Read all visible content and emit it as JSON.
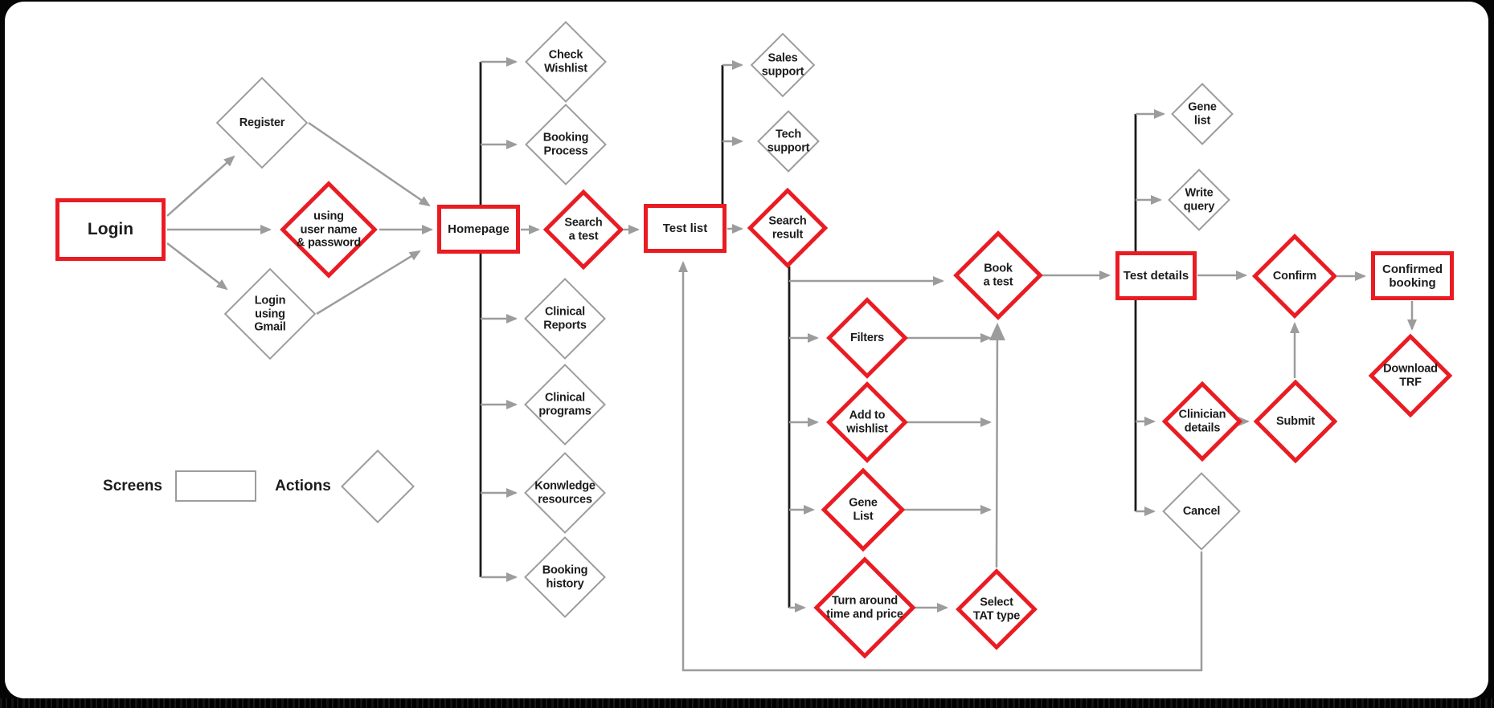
{
  "colors": {
    "primary_red": "#e91c23",
    "secondary_gray": "#9c9c9c",
    "trunk_black": "#1b1b1b",
    "text": "#1c1c1c",
    "canvas": "#ffffff",
    "background": "#050505"
  },
  "legend": {
    "screens_label": "Screens",
    "actions_label": "Actions"
  },
  "nodes": [
    {
      "id": "login",
      "label": "Login",
      "shape": "rect",
      "emphasis": "primary"
    },
    {
      "id": "register",
      "label": "Register",
      "shape": "diamond",
      "emphasis": "secondary"
    },
    {
      "id": "username_password",
      "label": "using\nuser name\n& password",
      "shape": "diamond",
      "emphasis": "primary"
    },
    {
      "id": "login_gmail",
      "label": "Login\nusing\nGmail",
      "shape": "diamond",
      "emphasis": "secondary"
    },
    {
      "id": "homepage",
      "label": "Homepage",
      "shape": "rect",
      "emphasis": "primary"
    },
    {
      "id": "check_wishlist",
      "label": "Check\nWishlist",
      "shape": "diamond",
      "emphasis": "secondary"
    },
    {
      "id": "booking_process",
      "label": "Booking\nProcess",
      "shape": "diamond",
      "emphasis": "secondary"
    },
    {
      "id": "search_a_test",
      "label": "Search\na test",
      "shape": "diamond",
      "emphasis": "primary"
    },
    {
      "id": "clinical_reports",
      "label": "Clinical\nReports",
      "shape": "diamond",
      "emphasis": "secondary"
    },
    {
      "id": "clinical_programs",
      "label": "Clinical\nprograms",
      "shape": "diamond",
      "emphasis": "secondary"
    },
    {
      "id": "knowledge_resources",
      "label": "Konwledge\nresources",
      "shape": "diamond",
      "emphasis": "secondary"
    },
    {
      "id": "booking_history",
      "label": "Booking\nhistory",
      "shape": "diamond",
      "emphasis": "secondary"
    },
    {
      "id": "test_list",
      "label": "Test list",
      "shape": "rect",
      "emphasis": "primary"
    },
    {
      "id": "sales_support",
      "label": "Sales\nsupport",
      "shape": "diamond",
      "emphasis": "secondary"
    },
    {
      "id": "tech_support",
      "label": "Tech\nsupport",
      "shape": "diamond",
      "emphasis": "secondary"
    },
    {
      "id": "search_result",
      "label": "Search\nresult",
      "shape": "diamond",
      "emphasis": "primary"
    },
    {
      "id": "book_a_test",
      "label": "Book\na test",
      "shape": "diamond",
      "emphasis": "primary"
    },
    {
      "id": "filters",
      "label": "Filters",
      "shape": "diamond",
      "emphasis": "primary"
    },
    {
      "id": "add_to_wishlist",
      "label": "Add to\nwishlist",
      "shape": "diamond",
      "emphasis": "primary"
    },
    {
      "id": "gene_list_action",
      "label": "Gene\nList",
      "shape": "diamond",
      "emphasis": "primary"
    },
    {
      "id": "turnaround",
      "label": "Turn around\ntime and price",
      "shape": "diamond",
      "emphasis": "primary"
    },
    {
      "id": "select_tat",
      "label": "Select\nTAT type",
      "shape": "diamond",
      "emphasis": "primary"
    },
    {
      "id": "test_details",
      "label": "Test details",
      "shape": "rect",
      "emphasis": "primary"
    },
    {
      "id": "gene_list",
      "label": "Gene\nlist",
      "shape": "diamond",
      "emphasis": "secondary"
    },
    {
      "id": "write_query",
      "label": "Write\nquery",
      "shape": "diamond",
      "emphasis": "secondary"
    },
    {
      "id": "confirm",
      "label": "Confirm",
      "shape": "diamond",
      "emphasis": "primary"
    },
    {
      "id": "confirmed_booking",
      "label": "Confirmed\nbooking",
      "shape": "rect",
      "emphasis": "primary"
    },
    {
      "id": "download_trf",
      "label": "Download\nTRF",
      "shape": "diamond",
      "emphasis": "primary"
    },
    {
      "id": "clinician_details",
      "label": "Clinician\ndetails",
      "shape": "diamond",
      "emphasis": "primary"
    },
    {
      "id": "submit",
      "label": "Submit",
      "shape": "diamond",
      "emphasis": "primary"
    },
    {
      "id": "cancel",
      "label": "Cancel",
      "shape": "diamond",
      "emphasis": "secondary"
    }
  ],
  "edges": [
    {
      "from": "login",
      "to": "register"
    },
    {
      "from": "login",
      "to": "username_password"
    },
    {
      "from": "login",
      "to": "login_gmail"
    },
    {
      "from": "register",
      "to": "homepage"
    },
    {
      "from": "username_password",
      "to": "homepage"
    },
    {
      "from": "login_gmail",
      "to": "homepage"
    },
    {
      "from": "homepage",
      "to": "check_wishlist"
    },
    {
      "from": "homepage",
      "to": "booking_process"
    },
    {
      "from": "homepage",
      "to": "search_a_test"
    },
    {
      "from": "homepage",
      "to": "clinical_reports"
    },
    {
      "from": "homepage",
      "to": "clinical_programs"
    },
    {
      "from": "homepage",
      "to": "knowledge_resources"
    },
    {
      "from": "homepage",
      "to": "booking_history"
    },
    {
      "from": "search_a_test",
      "to": "test_list"
    },
    {
      "from": "test_list",
      "to": "sales_support"
    },
    {
      "from": "test_list",
      "to": "tech_support"
    },
    {
      "from": "test_list",
      "to": "search_result"
    },
    {
      "from": "search_result",
      "to": "book_a_test"
    },
    {
      "from": "search_result",
      "to": "filters"
    },
    {
      "from": "search_result",
      "to": "add_to_wishlist"
    },
    {
      "from": "search_result",
      "to": "gene_list_action"
    },
    {
      "from": "search_result",
      "to": "turnaround"
    },
    {
      "from": "filters",
      "to": "book_a_test"
    },
    {
      "from": "add_to_wishlist",
      "to": "book_a_test"
    },
    {
      "from": "gene_list_action",
      "to": "book_a_test"
    },
    {
      "from": "turnaround",
      "to": "select_tat"
    },
    {
      "from": "select_tat",
      "to": "book_a_test"
    },
    {
      "from": "book_a_test",
      "to": "test_details"
    },
    {
      "from": "test_details",
      "to": "gene_list"
    },
    {
      "from": "test_details",
      "to": "write_query"
    },
    {
      "from": "test_details",
      "to": "confirm"
    },
    {
      "from": "test_details",
      "to": "clinician_details"
    },
    {
      "from": "test_details",
      "to": "cancel"
    },
    {
      "from": "clinician_details",
      "to": "submit"
    },
    {
      "from": "submit",
      "to": "confirm"
    },
    {
      "from": "confirm",
      "to": "confirmed_booking"
    },
    {
      "from": "confirmed_booking",
      "to": "download_trf"
    },
    {
      "from": "cancel",
      "to": "test_list"
    }
  ]
}
